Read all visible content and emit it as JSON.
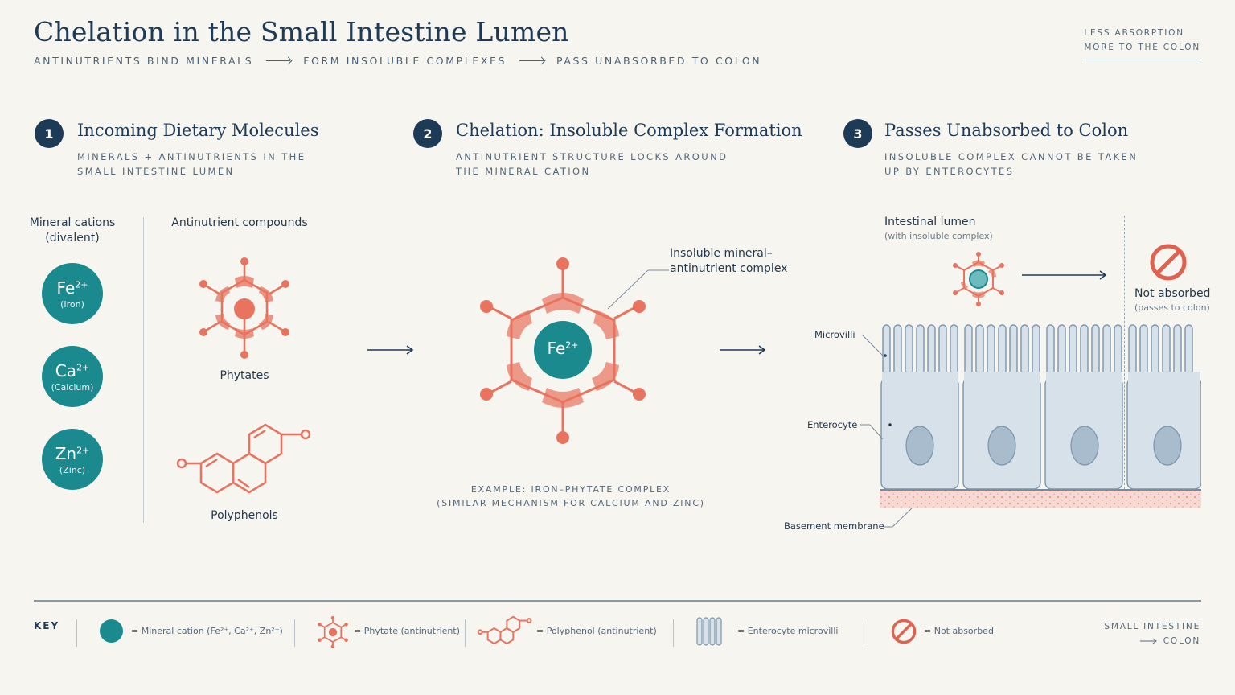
{
  "header": {
    "title": "Chelation in the Small Intestine Lumen",
    "subtitle_parts": [
      "ANTINUTRIENTS BIND MINERALS",
      "FORM INSOLUBLE COMPLEXES",
      "PASS UNABSORBED TO COLON"
    ],
    "corner_note": [
      "LESS ABSORPTION",
      "MORE TO THE COLON"
    ]
  },
  "steps": [
    {
      "number": "1",
      "title": "Incoming Dietary Molecules",
      "subtitle": "MINERALS + ANTINUTRIENTS IN THE SMALL INTESTINE LUMEN"
    },
    {
      "number": "2",
      "title": "Chelation: Insoluble Complex Formation",
      "subtitle": "ANTINUTRIENT STRUCTURE LOCKS AROUND THE MINERAL CATION"
    },
    {
      "number": "3",
      "title": "Passes Unabsorbed to Colon",
      "subtitle": "INSOLUBLE COMPLEX CANNOT BE TAKEN UP BY ENTEROCYTES"
    }
  ],
  "panel1": {
    "cations_heading": "Mineral cations (divalent)",
    "antinutrients_heading": "Antinutrient compounds",
    "cations": [
      {
        "symbol": "Fe",
        "charge": "2+",
        "name": "(Iron)"
      },
      {
        "symbol": "Ca",
        "charge": "2+",
        "name": "(Calcium)"
      },
      {
        "symbol": "Zn",
        "charge": "2+",
        "name": "(Zinc)"
      }
    ],
    "antinutrients": [
      "Phytates",
      "Polyphenols"
    ]
  },
  "panel2": {
    "center_symbol": "Fe",
    "center_charge": "2+",
    "complex_label": "Insoluble mineral–antinutrient complex",
    "example_line1": "EXAMPLE: IRON–PHYTATE COMPLEX",
    "example_line2": "(SIMILAR MECHANISM FOR CALCIUM AND ZINC)"
  },
  "panel3": {
    "lumen_label": "Intestinal lumen",
    "lumen_sub": "(with insoluble complex)",
    "not_absorbed": "Not absorbed",
    "not_absorbed_sub": "(passes to colon)",
    "microvilli": "Microvilli",
    "enterocyte": "Enterocyte",
    "basement_membrane": "Basement membrane"
  },
  "key": {
    "heading": "KEY",
    "items": [
      "= Mineral cation (Fe²⁺, Ca²⁺, Zn²⁺)",
      "= Phytate (antinutrient)",
      "= Polyphenol (antinutrient)",
      "= Enterocyte microvilli",
      "= Not absorbed"
    ],
    "footer_line1": "SMALL INTESTINE",
    "footer_line2": "COLON"
  },
  "colors": {
    "navy": "#1d3a57",
    "teal": "#1a8a8f",
    "coral": "#e8735f",
    "cell": "#d7e1ea",
    "not_absorbed_red": "#e0614e"
  }
}
